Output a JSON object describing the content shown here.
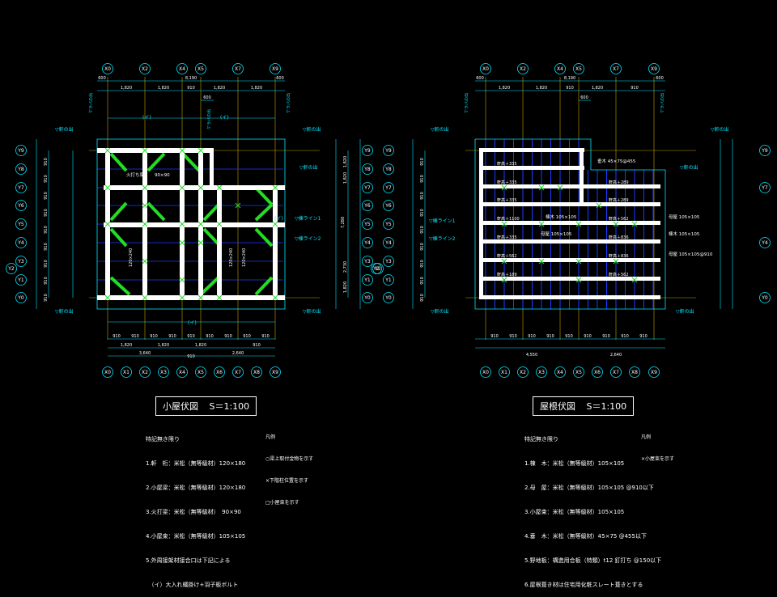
{
  "colors": {
    "background": "#000000",
    "dimension": "#00e5ff",
    "grid_axis": "#c8a000",
    "purlin_blue": "#1a3cff",
    "member_white": "#ffffff",
    "brace_green": "#22dd22"
  },
  "left_plan": {
    "title": "小屋伏図",
    "scale": "S＝1:100",
    "x_axes": [
      "X0",
      "X2",
      "X4",
      "X5",
      "X7",
      "X9"
    ],
    "x_axes_bottom": [
      "X0",
      "X1",
      "X2",
      "X3",
      "X4",
      "X5",
      "X6",
      "X7",
      "X8",
      "X9"
    ],
    "y_axes": [
      "Y9",
      "Y8",
      "Y7",
      "Y6",
      "Y5",
      "Y4",
      "Y3",
      "Y2",
      "Y1",
      "Y0"
    ],
    "top_dims": {
      "total": "8,190",
      "overhang": "600",
      "spans": [
        "1,820",
        "1,820",
        "910",
        "1,820",
        "1,820"
      ],
      "sub_600": "600"
    },
    "bottom_dims": {
      "row1": [
        "910",
        "910",
        "910",
        "910",
        "910",
        "910",
        "910",
        "910",
        "910"
      ],
      "row2": [
        "1,820",
        "1,820",
        "1,820",
        "910"
      ],
      "row3": [
        "3,640",
        "910",
        "2,640"
      ]
    },
    "left_dims": [
      "910",
      "910",
      "910",
      "910",
      "910",
      "910",
      "910",
      "910",
      "910"
    ],
    "labels": {
      "eave_top": "▽軒の出",
      "eave_bottom": "▽軒の出",
      "eave_right_top": "▽軒の出",
      "eave_right_bottom": "▽軒の出",
      "eave_mid": "▽軒の出",
      "ridge_left": "ケラバの出",
      "ridge_right": "ケラバの出",
      "ridge_mid": "ケラバの出",
      "line1": "▽棟ライン1",
      "line2": "▽棟ライン2",
      "brace_label": "火打ち梁",
      "brace_size": "90×90",
      "i_top_left": "(イ)",
      "i_top_right": "(イ)",
      "i_side": "(イ)",
      "i_bottom": "(イ)",
      "beam_a": "120×240",
      "beam_b": "120×240",
      "beam_c": "120×240"
    },
    "right_dims": [
      "1,820",
      "1,820",
      "7,280",
      "2,730",
      "1,820"
    ],
    "notes": [
      "特記無き限り",
      "1.軒　桁：米松（無等級材）120×180",
      "2.小屋梁：米松（無等級材）120×180",
      "3.火打梁：米松（無等級材）　90×90",
      "4.小屋束：米松（無等級材）105×105",
      "5.外周接架材接合口は下記による",
      "　（イ）大入れ蟻掛け+羽子板ボルト"
    ],
    "legend": {
      "title": "凡例",
      "items": [
        "○梁上取付金物を示す",
        "×下階柱位置を示す",
        "□小屋束を示す"
      ]
    }
  },
  "right_plan": {
    "title": "屋根伏図",
    "scale": "S＝1:100",
    "x_axes": [
      "X0",
      "X2",
      "X4",
      "X5",
      "X7",
      "X9"
    ],
    "x_axes_bottom": [
      "X0",
      "X1",
      "X2",
      "X3",
      "X4",
      "X5",
      "X6",
      "X7",
      "X8",
      "X9"
    ],
    "y_axes": [
      "Y9",
      "Y8",
      "Y7",
      "Y6",
      "Y5",
      "Y4",
      "Y3",
      "Y2",
      "Y1",
      "Y0"
    ],
    "top_dims": {
      "total": "8,190",
      "overhang": "600",
      "spans": [
        "1,820",
        "1,820",
        "910",
        "1,820",
        "910"
      ],
      "sub_600": "600"
    },
    "bottom_dims": {
      "row1": [
        "910",
        "910",
        "910",
        "910",
        "910",
        "910",
        "910",
        "910",
        "910"
      ],
      "row2": [
        "4,550",
        "2,640"
      ]
    },
    "labels": {
      "eave_top": "▽軒の出",
      "eave_bottom": "▽軒の出",
      "eave_right_top": "▽軒の出",
      "eave_right_bottom": "▽軒の出",
      "eave_mid": "▽軒の出",
      "ridge_left": "ケラバの出",
      "ridge_right": "ケラバの出",
      "line1": "▽棟ライン1",
      "line2": "▽棟ライン2",
      "rafter": "垂木 45×75@455",
      "purlin1": "母屋 105×105",
      "purlin2": "母屋 105×105",
      "ridge_beam": "棟木 105×105",
      "ridge2": "棟木 105×105",
      "purlin3": "母屋 105×105@910",
      "height_tags": [
        "軒高＋335",
        "軒高＋335",
        "軒高＋335",
        "軒高＋1100",
        "軒高＋335",
        "軒高＋562",
        "軒高＋189",
        "軒高＋289",
        "軒高＋562",
        "軒高＋836",
        "軒高＋836",
        "軒高＋562",
        "軒高＋289"
      ]
    },
    "notes": [
      "特記無き限り",
      "1.棟　木：米松（無等級材）105×105",
      "2.母　屋：米松（無等級材）105×105 @910以下",
      "3.小屋束：米松（無等級材）105×105",
      "4.垂　木：米松（無等級材）45×75 @455以下",
      "5.野地板：構造用合板（特類）t12 釘打ち @150以下",
      "6.屋根葺き材は住宅用化粧スレート葺きとする"
    ],
    "legend": {
      "title": "凡例",
      "items": [
        "×小屋束を示す"
      ]
    }
  }
}
